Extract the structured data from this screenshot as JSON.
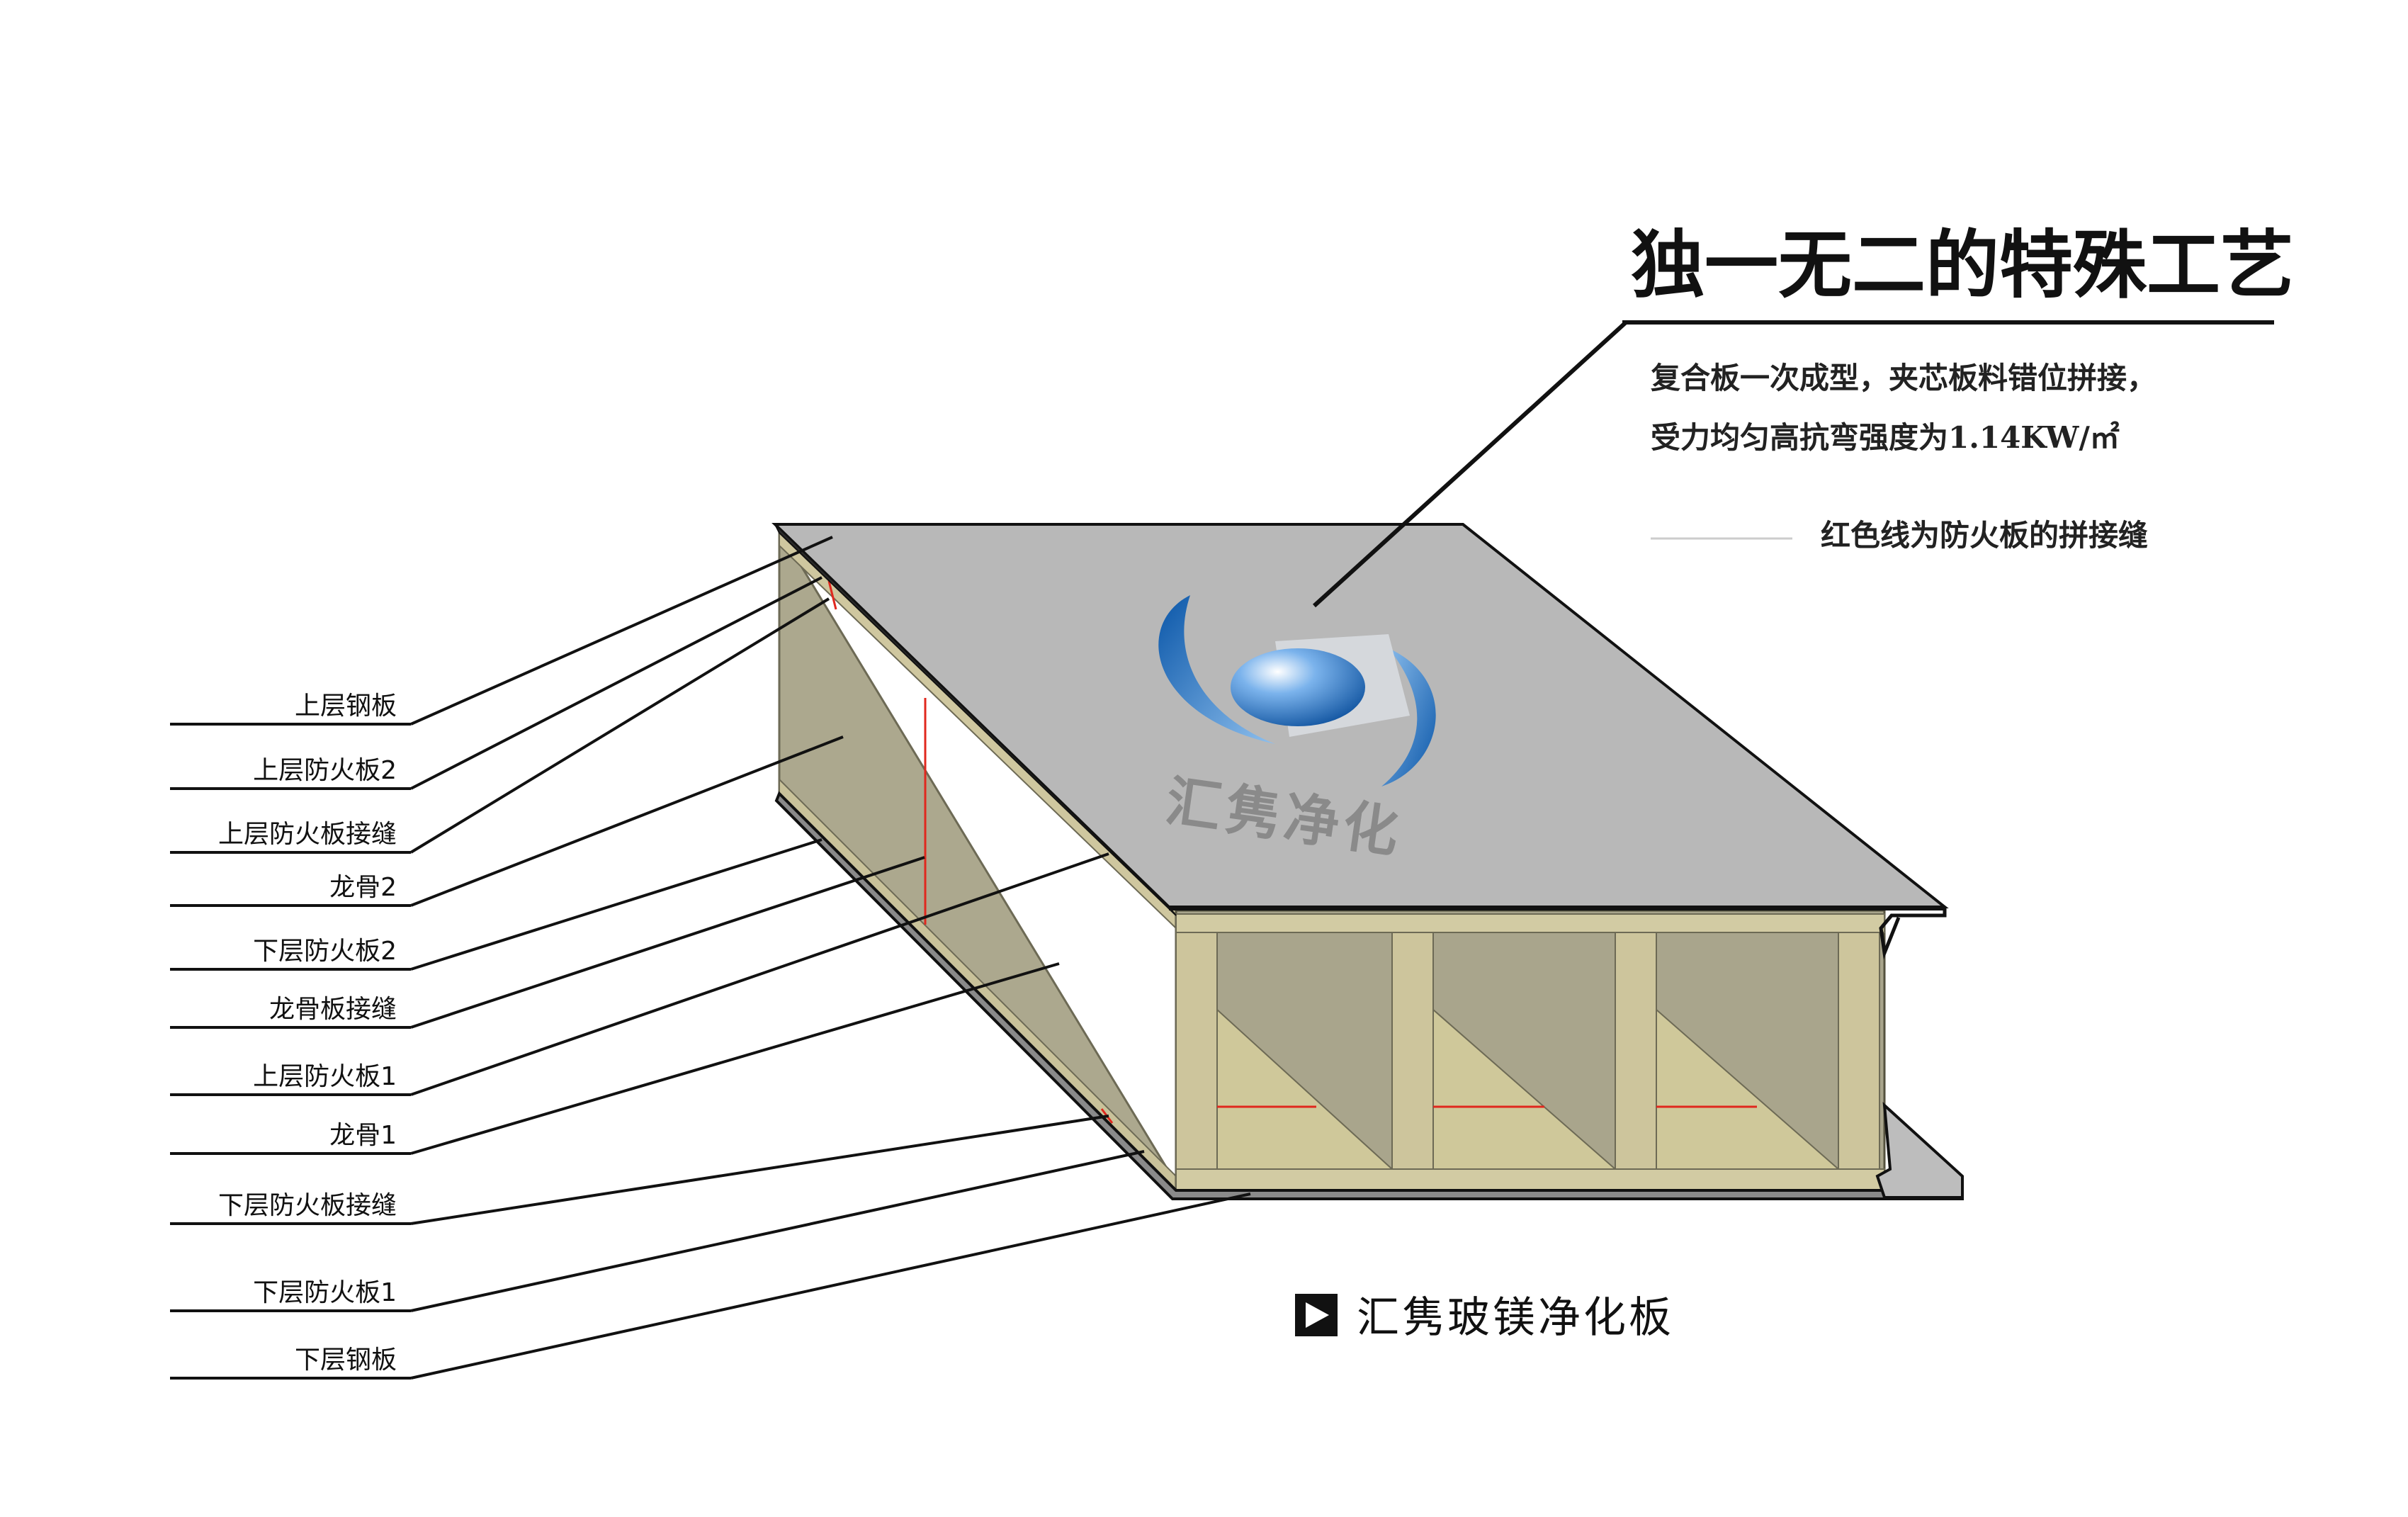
{
  "header": {
    "title": "独一无二的特殊工艺",
    "desc_line1": "复合板一次成型，夹芯板料错位拼接，",
    "desc_line2": "受力均匀高抗弯强度为1.14KW/㎡",
    "legend_note": "红色线为防火板的拼接缝"
  },
  "logo": {
    "text": "汇隽净化",
    "icon": "brand-swirl-icon"
  },
  "product": {
    "label": "汇隽玻镁净化板",
    "icon": "play-triangle-icon"
  },
  "layers": [
    "上层钢板",
    "上层防火板2",
    "上层防火板接缝",
    "龙骨2",
    "下层防火板2",
    "龙骨板接缝",
    "上层防火板1",
    "龙骨1",
    "下层防火板接缝",
    "下层防火板1",
    "下层钢板"
  ],
  "colors": {
    "steel": "#b4b4b4",
    "core": "#a8a48a",
    "keel": "#ccc59b",
    "seam": "#e0281e",
    "logo_blue": "#1e6fc0"
  }
}
